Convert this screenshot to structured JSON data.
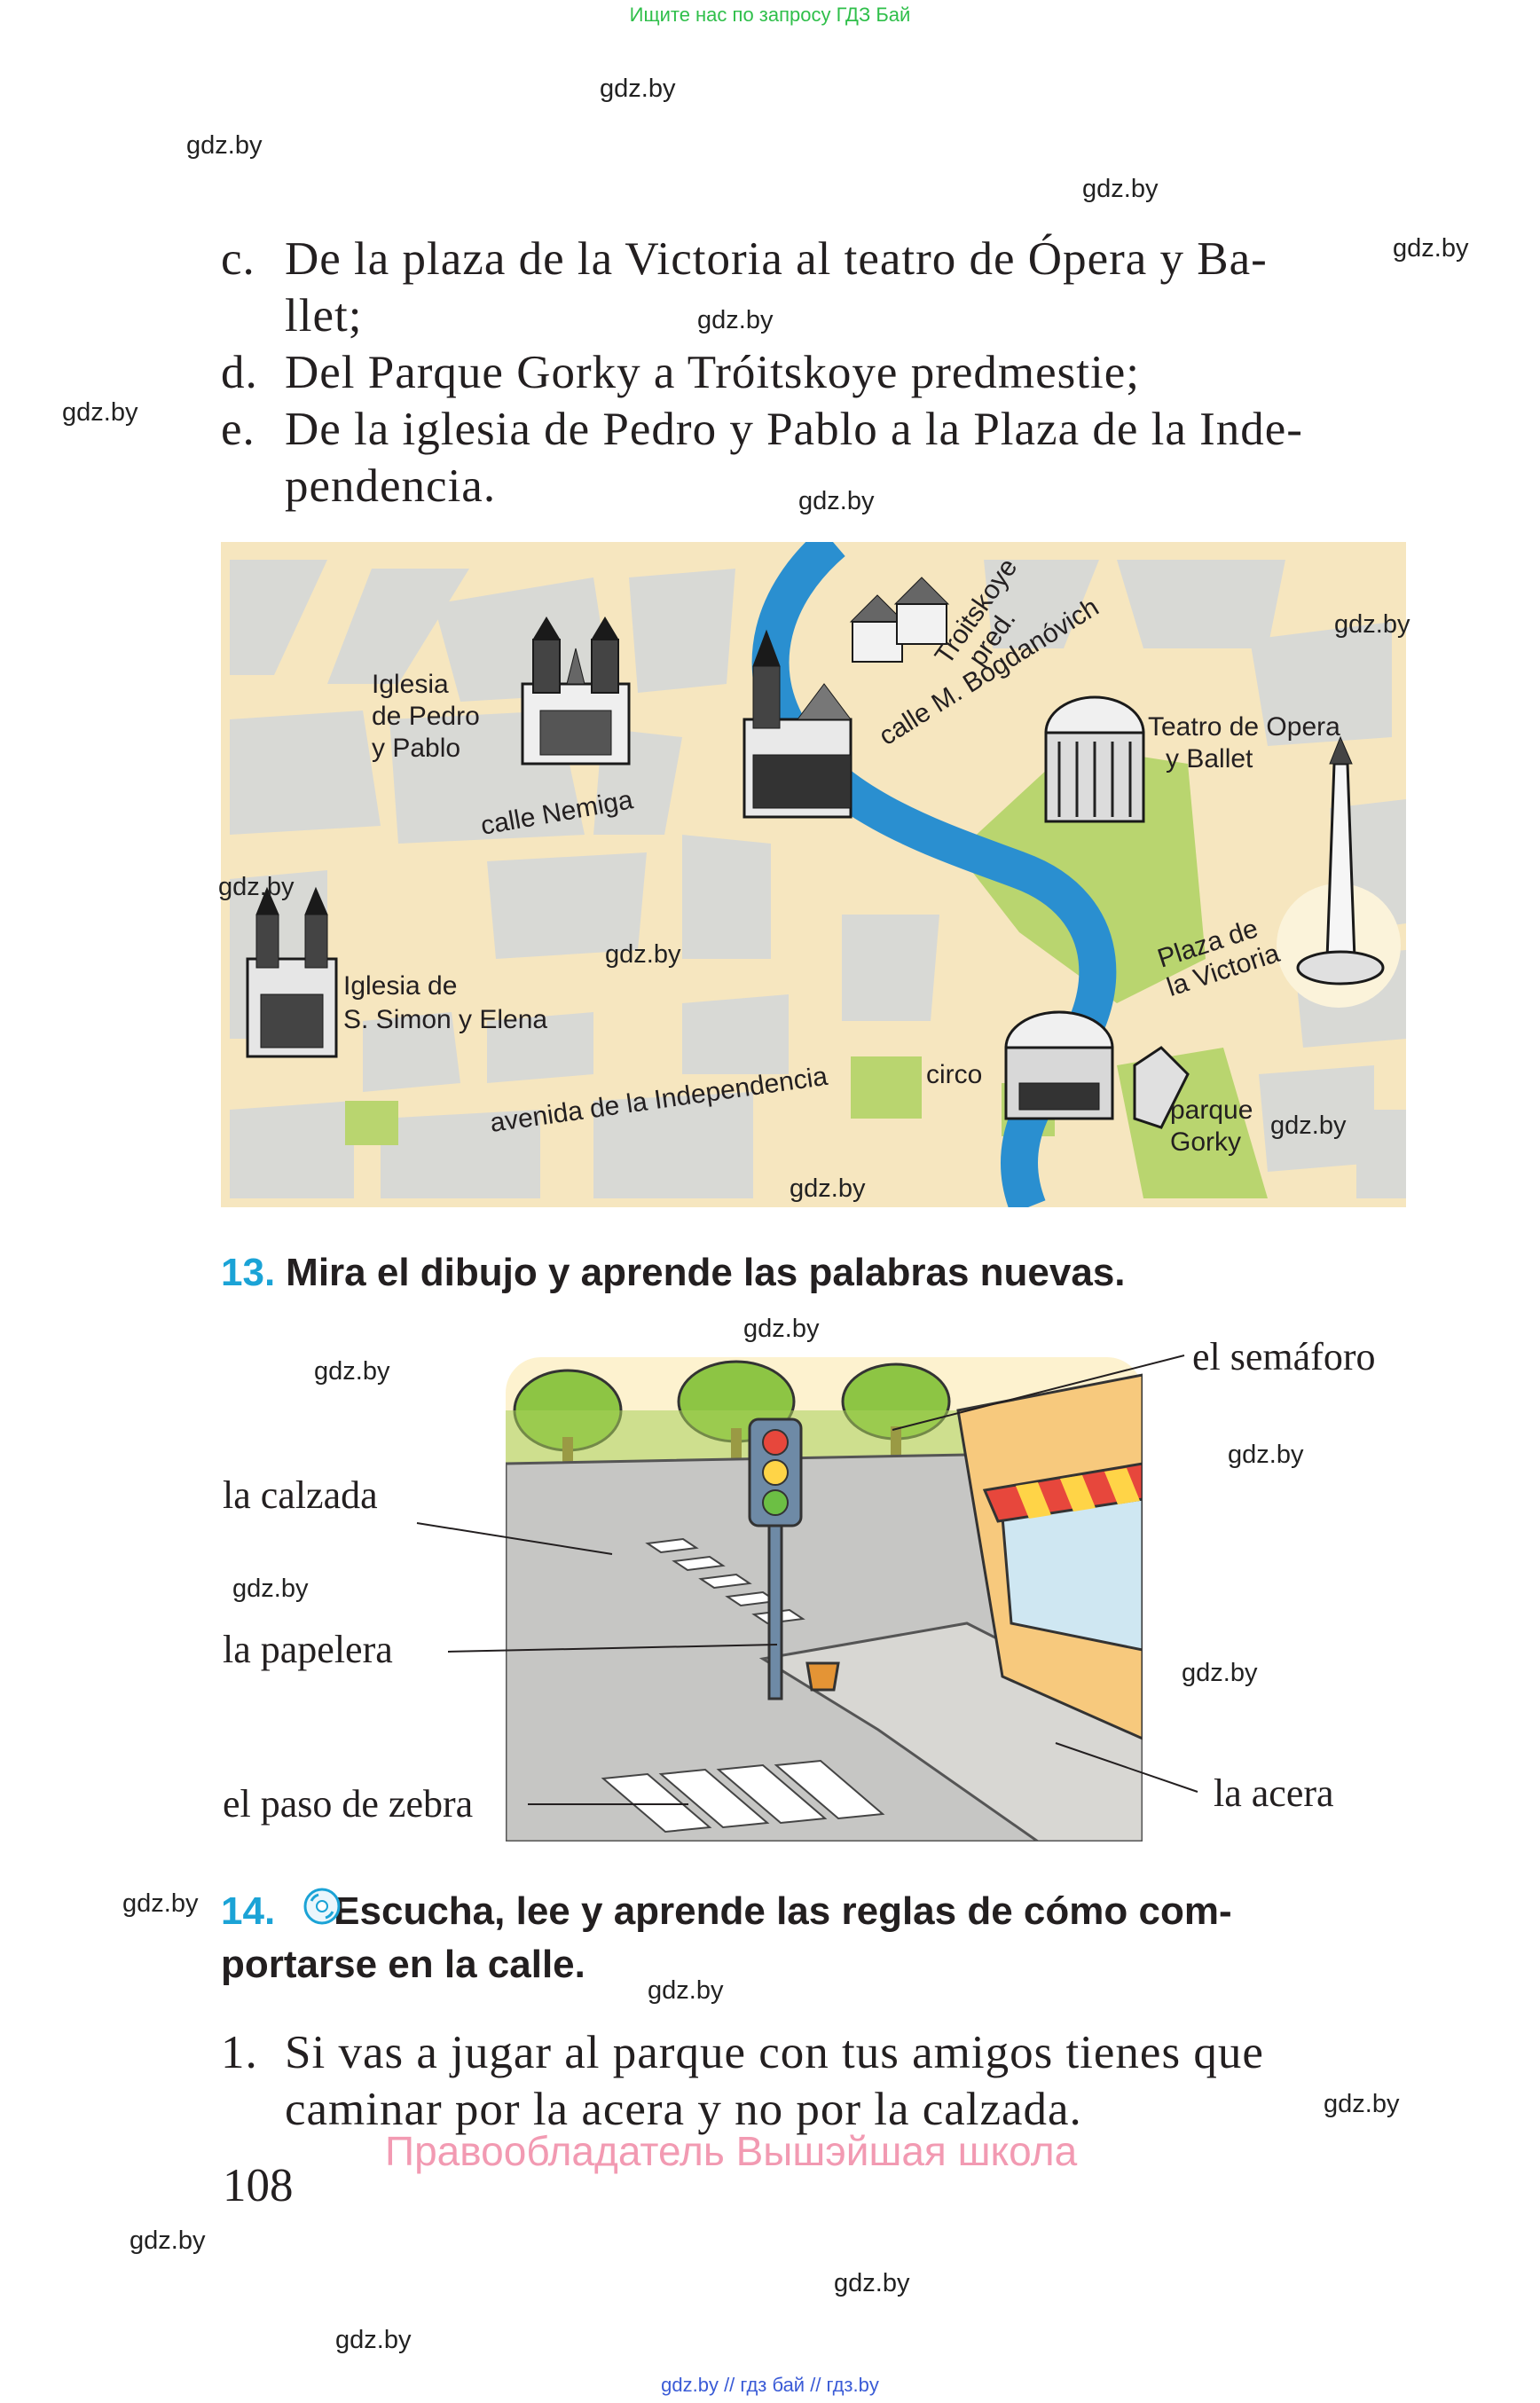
{
  "banners": {
    "top": "Ищите нас по запросу ГДЗ Бай",
    "bottom": "gdz.by  //  гдз бай  //  гдз.by"
  },
  "watermark": "gdz.by",
  "list_items": [
    {
      "marker": "c.",
      "lines": [
        "De la plaza de la Victoria al teatro de Ópera y Ba-",
        "llet;"
      ]
    },
    {
      "marker": "d.",
      "lines": [
        "Del Parque Gorky a Tróitskoye predmestie;"
      ]
    },
    {
      "marker": "e.",
      "lines": [
        "De la iglesia de Pedro y Pablo a la Plaza de la Inde-",
        "pendencia."
      ]
    }
  ],
  "map": {
    "colors": {
      "street": "#f6e6bf",
      "block": "#d8d9d5",
      "park": "#b9d56f",
      "river": "#2a8fd0"
    },
    "labels": {
      "iglesia_pedro": [
        "Iglesia",
        "de Pedro",
        "y Pablo"
      ],
      "calle_nemiga": "calle  Nemiga",
      "troitskoye": [
        "Troitskoye",
        "pred."
      ],
      "calle_bogdanovich": "calle M. Bogdanóvich",
      "teatro": [
        "Teatro de Opera",
        "y Ballet"
      ],
      "iglesia_simon": [
        "Iglesia de",
        "S. Simon y Elena"
      ],
      "avenida": "avenida de la Independencia",
      "circo": "circo",
      "plaza_victoria": [
        "Plaza de",
        "la Victoria"
      ],
      "parque_gorky": [
        "parque",
        "Gorky"
      ]
    }
  },
  "exercise13": {
    "number": "13.",
    "title": "Mira el dibujo y aprende las palabras nuevas.",
    "labels": {
      "semaforo": "el semáforo",
      "calzada": "la calzada",
      "papelera": "la papelera",
      "paso_zebra": "el paso de zebra",
      "acera": "la acera"
    }
  },
  "exercise14": {
    "number": "14.",
    "icon": "cd-icon",
    "title_lines": [
      "Escucha, lee y aprende las reglas de cómo com-",
      "portarse en la calle."
    ],
    "items": [
      {
        "marker": "1.",
        "lines": [
          "Si vas a jugar al parque con tus amigos tienes que",
          "caminar por la acera y no por la calzada."
        ]
      }
    ]
  },
  "page_number": "108",
  "copyright": "Правообладатель Вышэйшая школа"
}
